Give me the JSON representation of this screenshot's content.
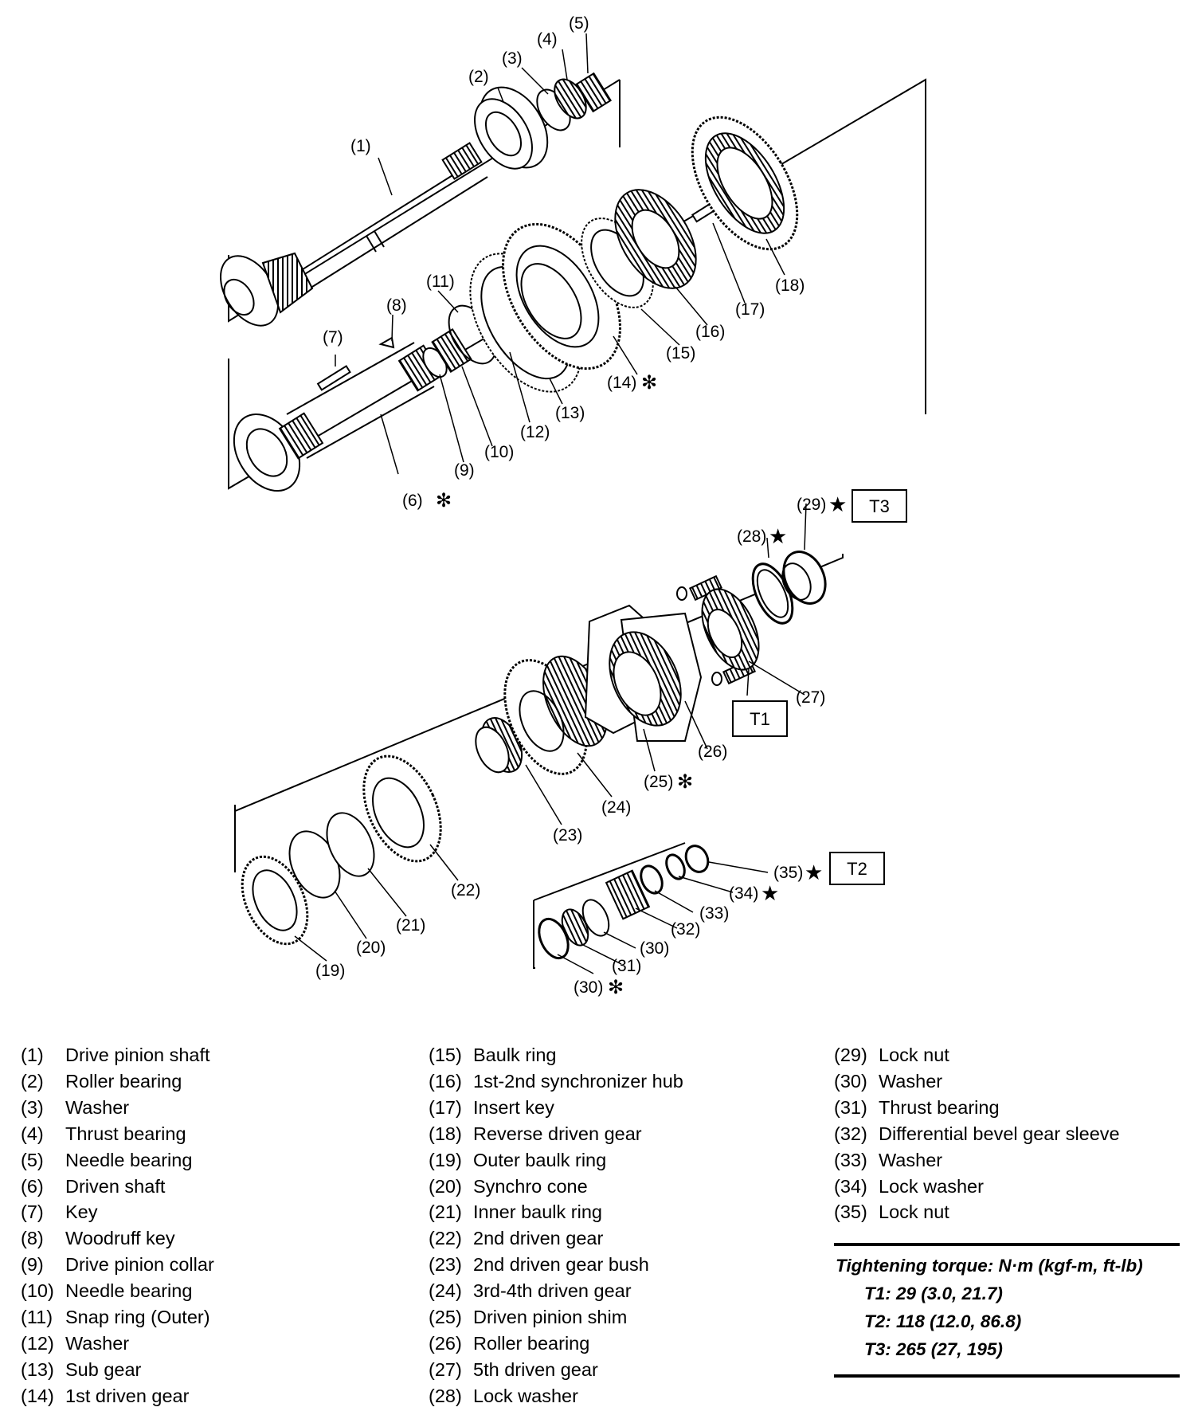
{
  "callouts": {
    "c1": "(1)",
    "c2": "(2)",
    "c3": "(3)",
    "c4": "(4)",
    "c5": "(5)",
    "c6": "(6)",
    "c7": "(7)",
    "c8": "(8)",
    "c9": "(9)",
    "c10": "(10)",
    "c11": "(11)",
    "c12": "(12)",
    "c13": "(13)",
    "c14": "(14)",
    "c15": "(15)",
    "c16": "(16)",
    "c17": "(17)",
    "c18": "(18)",
    "c19": "(19)",
    "c20": "(20)",
    "c21": "(21)",
    "c22": "(22)",
    "c23": "(23)",
    "c24": "(24)",
    "c25": "(25)",
    "c26": "(26)",
    "c27": "(27)",
    "c28": "(28)",
    "c29": "(29)",
    "c30a": "(30)",
    "c30b": "(30)",
    "c31": "(31)",
    "c32": "(32)",
    "c33": "(33)",
    "c34": "(34)",
    "c35": "(35)"
  },
  "markers": {
    "asterisk": "✻",
    "star": "★"
  },
  "torque_boxes": {
    "t1": "T1",
    "t2": "T2",
    "t3": "T3"
  },
  "legend": {
    "col1": [
      {
        "num": "(1)",
        "name": "Drive pinion shaft"
      },
      {
        "num": "(2)",
        "name": "Roller bearing"
      },
      {
        "num": "(3)",
        "name": "Washer"
      },
      {
        "num": "(4)",
        "name": "Thrust bearing"
      },
      {
        "num": "(5)",
        "name": "Needle bearing"
      },
      {
        "num": "(6)",
        "name": "Driven shaft"
      },
      {
        "num": "(7)",
        "name": "Key"
      },
      {
        "num": "(8)",
        "name": "Woodruff key"
      },
      {
        "num": "(9)",
        "name": "Drive pinion collar"
      },
      {
        "num": "(10)",
        "name": "Needle bearing"
      },
      {
        "num": "(11)",
        "name": "Snap ring (Outer)"
      },
      {
        "num": "(12)",
        "name": "Washer"
      },
      {
        "num": "(13)",
        "name": "Sub gear"
      },
      {
        "num": "(14)",
        "name": "1st driven gear"
      }
    ],
    "col2": [
      {
        "num": "(15)",
        "name": "Baulk ring"
      },
      {
        "num": "(16)",
        "name": "1st-2nd synchronizer hub"
      },
      {
        "num": "(17)",
        "name": "Insert key"
      },
      {
        "num": "(18)",
        "name": "Reverse driven gear"
      },
      {
        "num": "(19)",
        "name": "Outer baulk ring"
      },
      {
        "num": "(20)",
        "name": "Synchro cone"
      },
      {
        "num": "(21)",
        "name": "Inner baulk ring"
      },
      {
        "num": "(22)",
        "name": "2nd driven gear"
      },
      {
        "num": "(23)",
        "name": "2nd driven gear bush"
      },
      {
        "num": "(24)",
        "name": "3rd-4th driven gear"
      },
      {
        "num": "(25)",
        "name": "Driven pinion shim"
      },
      {
        "num": "(26)",
        "name": "Roller bearing"
      },
      {
        "num": "(27)",
        "name": "5th driven gear"
      },
      {
        "num": "(28)",
        "name": "Lock washer"
      }
    ],
    "col3": [
      {
        "num": "(29)",
        "name": "Lock nut"
      },
      {
        "num": "(30)",
        "name": "Washer"
      },
      {
        "num": "(31)",
        "name": "Thrust bearing"
      },
      {
        "num": "(32)",
        "name": "Differential bevel gear sleeve"
      },
      {
        "num": "(33)",
        "name": "Washer"
      },
      {
        "num": "(34)",
        "name": "Lock washer"
      },
      {
        "num": "(35)",
        "name": "Lock nut"
      }
    ]
  },
  "torque": {
    "title": "Tightening torque: N·m (kgf-m, ft-lb)",
    "t1": "T1: 29 (3.0, 21.7)",
    "t2": "T2: 118 (12.0, 86.8)",
    "t3": "T3: 265 (27, 195)"
  }
}
